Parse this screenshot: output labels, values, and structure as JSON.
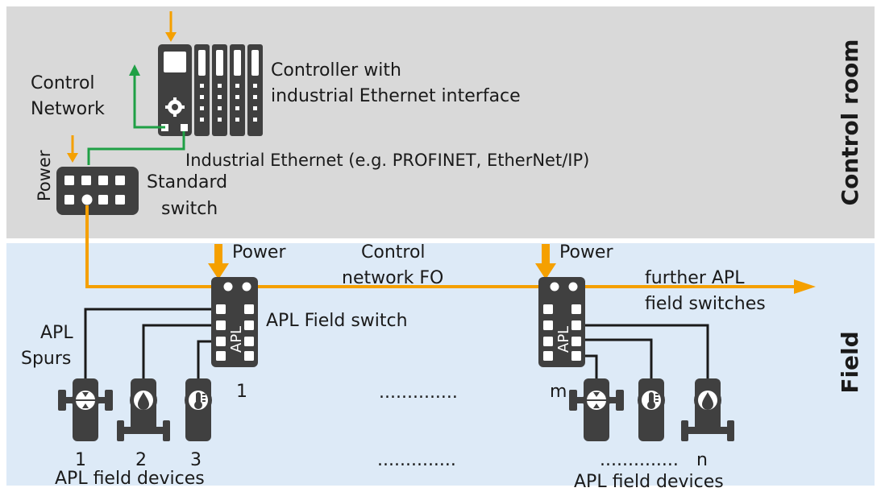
{
  "zones": {
    "control_room": "Control room",
    "field": "Field"
  },
  "colors": {
    "control_room_bg": "#d9d9d9",
    "field_bg": "#ddeaf7",
    "device": "#404040",
    "power_line": "#f5a000",
    "control_network_line": "#1fa045",
    "spur_line": "#1a1a1a"
  },
  "labels": {
    "control_network": [
      "Control",
      "Network"
    ],
    "controller": [
      "Controller with",
      "industrial Ethernet interface"
    ],
    "industrial_ethernet": "Industrial Ethernet (e.g. PROFINET, EtherNet/IP)",
    "standard_switch": [
      "Standard",
      "switch"
    ],
    "power_switch": "Power",
    "power_field_1": "Power",
    "power_field_2": "Power",
    "control_network_fo": [
      "Control",
      "network FO"
    ],
    "further_switches": [
      "further APL",
      "field switches"
    ],
    "apl_field_switch": "APL Field switch",
    "apl_text_1": "APL",
    "apl_text_2": "APL",
    "apl_spurs": [
      "APL",
      "Spurs"
    ],
    "switch_number_1": "1",
    "switch_number_m": "m",
    "dots_upper": "..............",
    "dots_lower_mid": "..............",
    "dots_lower_right": "..............",
    "device_numbers": [
      "1",
      "2",
      "3"
    ],
    "device_n": "n",
    "apl_field_devices_left": "APL field devices",
    "apl_field_devices_right": "APL field devices"
  },
  "icons": {
    "controller": "controller-icon",
    "switch": "ethernet-switch-icon",
    "flow_meter": "flow-meter-icon",
    "level_sensor": "droplet-sensor-icon",
    "temperature_sensor": "thermometer-sensor-icon"
  }
}
